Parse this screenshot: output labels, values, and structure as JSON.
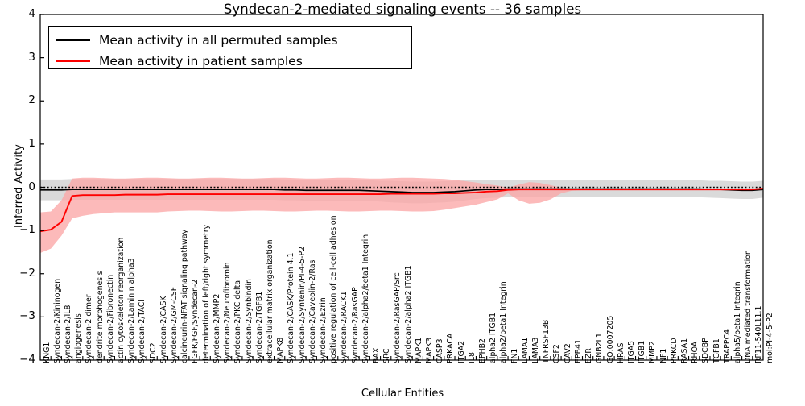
{
  "chart_data": {
    "type": "line",
    "title": "Syndecan-2-mediated signaling events -- 36 samples",
    "xlabel": "Cellular Entities",
    "ylabel": "Inferred Activity",
    "ylim": [
      -4,
      4
    ],
    "yticks": [
      4,
      3,
      2,
      1,
      0,
      -1,
      -2,
      -3,
      -4
    ],
    "ytick_labels": [
      "4",
      "3",
      "2",
      "1",
      "0",
      "−1",
      "−2",
      "−3",
      "−4"
    ],
    "grid": false,
    "legend_position": "upper left",
    "zero_reference_line": {
      "value": 0,
      "style": "dotted",
      "color": "#000000"
    },
    "colors": {
      "permuted": "#000000",
      "patient": "#fe0000",
      "permuted_band": "#d4d4d4",
      "patient_band": "#fba7a7"
    },
    "legend": [
      {
        "name": "Mean activity in all permuted samples",
        "color": "#000000"
      },
      {
        "name": "Mean activity in patient samples",
        "color": "#fe0000"
      }
    ],
    "categories": [
      "KNG1",
      "Syndecan-2/Kininogen",
      "Syndecan-2/IL8",
      "angiogenesis",
      "Syndecan-2 dimer",
      "dendrite morphogenesis",
      "Syndecan-2/Fibronectin",
      "actin cytoskeleton reorganization",
      "Syndecan-2/Laminin alpha3",
      "Syndecan-2/TACI",
      "SDC2",
      "Syndecan-2/CASK",
      "Syndecan-2/GM-CSF",
      "calcineurin-NFAT signaling pathway",
      "FGFR/FGF/Syndecan-2",
      "determination of left/right symmetry",
      "Syndecan-2/MMP2",
      "Syndecan-2/Neurofibromin",
      "Syndecan-2/PKC delta",
      "Syndecan-2/Synbindin",
      "Syndecan-2/TGFB1",
      "extracellular matrix organization",
      "MAPK8",
      "Syndecan-2/CASK/Protein 4.1",
      "Syndecan-2/Syntenin/PI-4-5-P2",
      "Syndecan-2/Caveolin-2/Ras",
      "Syndecan-2/Ezrin",
      "positive regulation of cell-cell adhesion",
      "Syndecan-2/RACK1",
      "Syndecan-2/RasGAP",
      "Syndecan-2/alpha2/beta1 Integrin",
      "BAX",
      "SRC",
      "Syndecan-2/RasGAP/Src",
      "Syndecan-2/alpha2 ITGB1",
      "MAPK1",
      "MAPK3",
      "CASP3",
      "PRKACA",
      "ITGA2",
      "IL8",
      "EPHB2",
      "alpha2 ITGB1",
      "alpha2/beta1 Integrin",
      "FN1",
      "LAMA1",
      "LAMA3",
      "TNFRSF13B",
      "CSF2",
      "CAV2",
      "EPB41",
      "EZR",
      "GNB2L1",
      "GO:0007205",
      "HRAS",
      "ITGA5",
      "ITGB1",
      "MMP2",
      "NF1",
      "PRKCD",
      "RASA1",
      "RHOA",
      "SDCBP",
      "TGFB1",
      "TRAPPC4",
      "alpha5/beta1 Integrin",
      "DNA mediated transformation",
      "RP11-540L11.1",
      "mol:PI-4-5-P2"
    ],
    "series": [
      {
        "name": "Mean activity in all permuted samples",
        "color": "#000000",
        "values": [
          -0.06,
          -0.06,
          -0.06,
          -0.05,
          -0.05,
          -0.05,
          -0.05,
          -0.05,
          -0.05,
          -0.05,
          -0.05,
          -0.05,
          -0.05,
          -0.05,
          -0.05,
          -0.05,
          -0.05,
          -0.05,
          -0.05,
          -0.05,
          -0.05,
          -0.05,
          -0.05,
          -0.06,
          -0.06,
          -0.07,
          -0.07,
          -0.07,
          -0.07,
          -0.07,
          -0.07,
          -0.08,
          -0.09,
          -0.1,
          -0.11,
          -0.12,
          -0.12,
          -0.12,
          -0.11,
          -0.1,
          -0.08,
          -0.06,
          -0.05,
          -0.05,
          -0.04,
          -0.04,
          -0.04,
          -0.04,
          -0.04,
          -0.04,
          -0.04,
          -0.04,
          -0.04,
          -0.04,
          -0.04,
          -0.04,
          -0.04,
          -0.04,
          -0.04,
          -0.04,
          -0.04,
          -0.04,
          -0.04,
          -0.05,
          -0.05,
          -0.06,
          -0.07,
          -0.07,
          -0.05
        ],
        "band_lower": [
          -0.3,
          -0.3,
          -0.3,
          -0.29,
          -0.29,
          -0.29,
          -0.29,
          -0.29,
          -0.29,
          -0.29,
          -0.29,
          -0.29,
          -0.29,
          -0.29,
          -0.29,
          -0.29,
          -0.29,
          -0.29,
          -0.29,
          -0.29,
          -0.29,
          -0.29,
          -0.29,
          -0.3,
          -0.3,
          -0.31,
          -0.31,
          -0.31,
          -0.31,
          -0.31,
          -0.31,
          -0.32,
          -0.33,
          -0.35,
          -0.36,
          -0.37,
          -0.37,
          -0.36,
          -0.35,
          -0.33,
          -0.3,
          -0.27,
          -0.25,
          -0.24,
          -0.23,
          -0.23,
          -0.23,
          -0.23,
          -0.23,
          -0.23,
          -0.23,
          -0.23,
          -0.23,
          -0.23,
          -0.23,
          -0.23,
          -0.23,
          -0.23,
          -0.23,
          -0.23,
          -0.23,
          -0.23,
          -0.23,
          -0.24,
          -0.25,
          -0.26,
          -0.27,
          -0.27,
          -0.24
        ],
        "band_upper": [
          0.18,
          0.18,
          0.18,
          0.19,
          0.19,
          0.19,
          0.19,
          0.19,
          0.19,
          0.19,
          0.19,
          0.19,
          0.19,
          0.19,
          0.19,
          0.19,
          0.19,
          0.19,
          0.19,
          0.19,
          0.19,
          0.19,
          0.19,
          0.18,
          0.18,
          0.17,
          0.17,
          0.17,
          0.17,
          0.17,
          0.17,
          0.16,
          0.15,
          0.15,
          0.14,
          0.13,
          0.13,
          0.13,
          0.14,
          0.15,
          0.16,
          0.17,
          0.17,
          0.17,
          0.16,
          0.16,
          0.16,
          0.16,
          0.16,
          0.16,
          0.16,
          0.16,
          0.16,
          0.16,
          0.16,
          0.16,
          0.16,
          0.16,
          0.16,
          0.16,
          0.16,
          0.16,
          0.16,
          0.15,
          0.15,
          0.14,
          0.13,
          0.13,
          0.15
        ]
      },
      {
        "name": "Mean activity in patient samples",
        "color": "#fe0000",
        "values": [
          -1.02,
          -0.98,
          -0.8,
          -0.2,
          -0.18,
          -0.18,
          -0.18,
          -0.18,
          -0.17,
          -0.17,
          -0.17,
          -0.17,
          -0.16,
          -0.16,
          -0.16,
          -0.16,
          -0.16,
          -0.16,
          -0.16,
          -0.16,
          -0.16,
          -0.16,
          -0.16,
          -0.16,
          -0.16,
          -0.16,
          -0.16,
          -0.16,
          -0.16,
          -0.16,
          -0.16,
          -0.16,
          -0.16,
          -0.15,
          -0.15,
          -0.15,
          -0.15,
          -0.15,
          -0.14,
          -0.14,
          -0.13,
          -0.12,
          -0.1,
          -0.09,
          -0.06,
          -0.05,
          -0.05,
          -0.05,
          -0.05,
          -0.05,
          -0.05,
          -0.05,
          -0.05,
          -0.05,
          -0.05,
          -0.05,
          -0.05,
          -0.05,
          -0.05,
          -0.05,
          -0.05,
          -0.05,
          -0.05,
          -0.05,
          -0.05,
          -0.05,
          -0.05,
          -0.05,
          -0.03
        ],
        "band_lower": [
          -1.52,
          -1.42,
          -1.12,
          -0.72,
          -0.66,
          -0.62,
          -0.6,
          -0.58,
          -0.58,
          -0.58,
          -0.58,
          -0.58,
          -0.56,
          -0.55,
          -0.54,
          -0.54,
          -0.55,
          -0.56,
          -0.56,
          -0.55,
          -0.54,
          -0.54,
          -0.55,
          -0.56,
          -0.56,
          -0.55,
          -0.54,
          -0.54,
          -0.55,
          -0.56,
          -0.56,
          -0.55,
          -0.54,
          -0.54,
          -0.55,
          -0.56,
          -0.56,
          -0.55,
          -0.52,
          -0.48,
          -0.44,
          -0.4,
          -0.34,
          -0.28,
          -0.14,
          -0.3,
          -0.38,
          -0.36,
          -0.28,
          -0.14,
          -0.08,
          -0.07,
          -0.07,
          -0.07,
          -0.07,
          -0.07,
          -0.07,
          -0.07,
          -0.07,
          -0.07,
          -0.07,
          -0.07,
          -0.07,
          -0.07,
          -0.07,
          -0.07,
          -0.07,
          -0.07,
          -0.06
        ],
        "band_upper": [
          -0.58,
          -0.56,
          -0.3,
          0.2,
          0.22,
          0.22,
          0.21,
          0.2,
          0.2,
          0.21,
          0.22,
          0.22,
          0.21,
          0.2,
          0.2,
          0.21,
          0.22,
          0.22,
          0.21,
          0.2,
          0.2,
          0.21,
          0.22,
          0.22,
          0.21,
          0.2,
          0.2,
          0.21,
          0.22,
          0.22,
          0.21,
          0.2,
          0.2,
          0.21,
          0.22,
          0.22,
          0.21,
          0.2,
          0.19,
          0.17,
          0.14,
          0.11,
          0.07,
          0.04,
          -0.01,
          0.06,
          0.12,
          0.1,
          0.05,
          -0.01,
          -0.03,
          -0.03,
          -0.03,
          -0.03,
          -0.03,
          -0.03,
          -0.03,
          -0.03,
          -0.03,
          -0.03,
          -0.03,
          -0.03,
          -0.03,
          -0.03,
          -0.03,
          -0.03,
          -0.03,
          -0.03,
          -0.01
        ]
      }
    ]
  }
}
